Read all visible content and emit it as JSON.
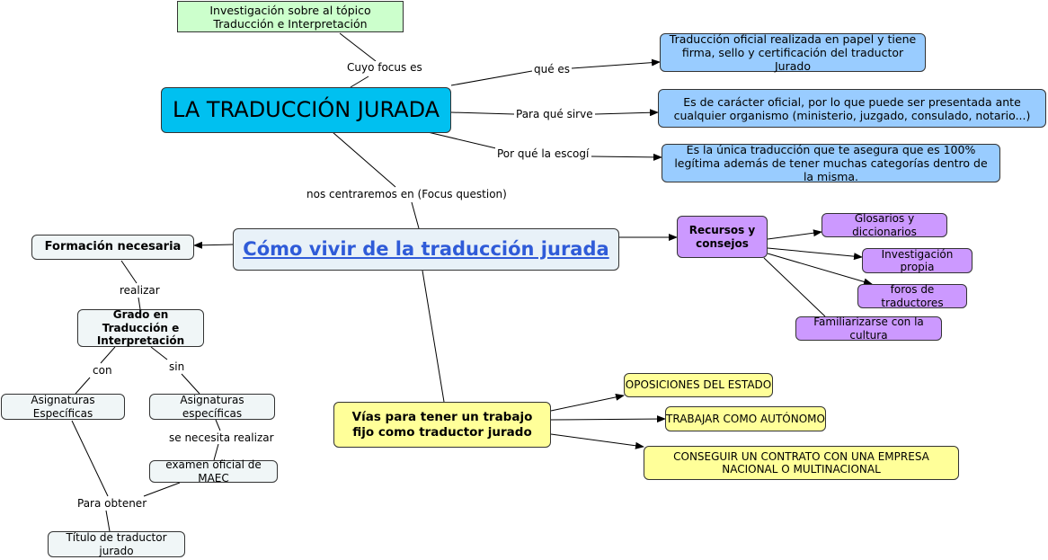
{
  "nodes": {
    "research": "Investigación sobre al tópico Traducción e Interpretación",
    "main_topic": "LA TRADUCCIÓN JURADA",
    "def": "Traducción oficial realizada en papel y tiene firma, sello y certificación del traductor Jurado",
    "purpose": "Es de carácter oficial, por lo que puede ser presentada ante cualquier organismo (ministerio, juzgado, consulado, notario...)",
    "reason": "Es la única traducción que te asegura que es 100% legítima además de tener muchas categorías dentro de la misma.",
    "focus": "Cómo vivir de la traducción jurada",
    "training": "Formación necesaria",
    "degree": "Grado en Traducción e Interpretación",
    "subjects_with": "Asignaturas Específicas",
    "subjects_without": "Asignaturas específicas",
    "exam": "examen oficial de MAEC",
    "title_sworn": "Título de traductor jurado",
    "resources": "Recursos y consejos",
    "glossaries": "Glosarios y diccionarios",
    "research_own": "Investigación propia",
    "forums": "foros de traductores",
    "culture": "Familiarizarse con la cultura",
    "ways": "Vías para tener un trabajo fijo como traductor jurado",
    "exams_state": "OPOSICIONES DEL ESTADO",
    "freelance": "TRABAJAR COMO AUTÓNOMO",
    "contract": "CONSEGUIR UN CONTRATO CON UNA EMPRESA NACIONAL O MULTINACIONAL"
  },
  "links": {
    "cuyo_focus": "Cuyo focus es",
    "que_es": "qué es",
    "para_que": "Para qué sirve",
    "por_que": "Por qué la escogí",
    "centraremos": "nos centraremos en (Focus question)",
    "realizar": "realizar",
    "con": "con",
    "sin": "sin",
    "se_necesita": "se necesita realizar",
    "para_obtener": "Para obtener"
  },
  "colors": {
    "research": "#ccffcc",
    "main_topic": "#00c0f0",
    "info": "#99ccff",
    "focus": "#e8f1f8",
    "focus_text": "#2f5bd8",
    "pale": "#f0f6f7",
    "resources": "#cc99ff",
    "ways": "#ffff99"
  }
}
